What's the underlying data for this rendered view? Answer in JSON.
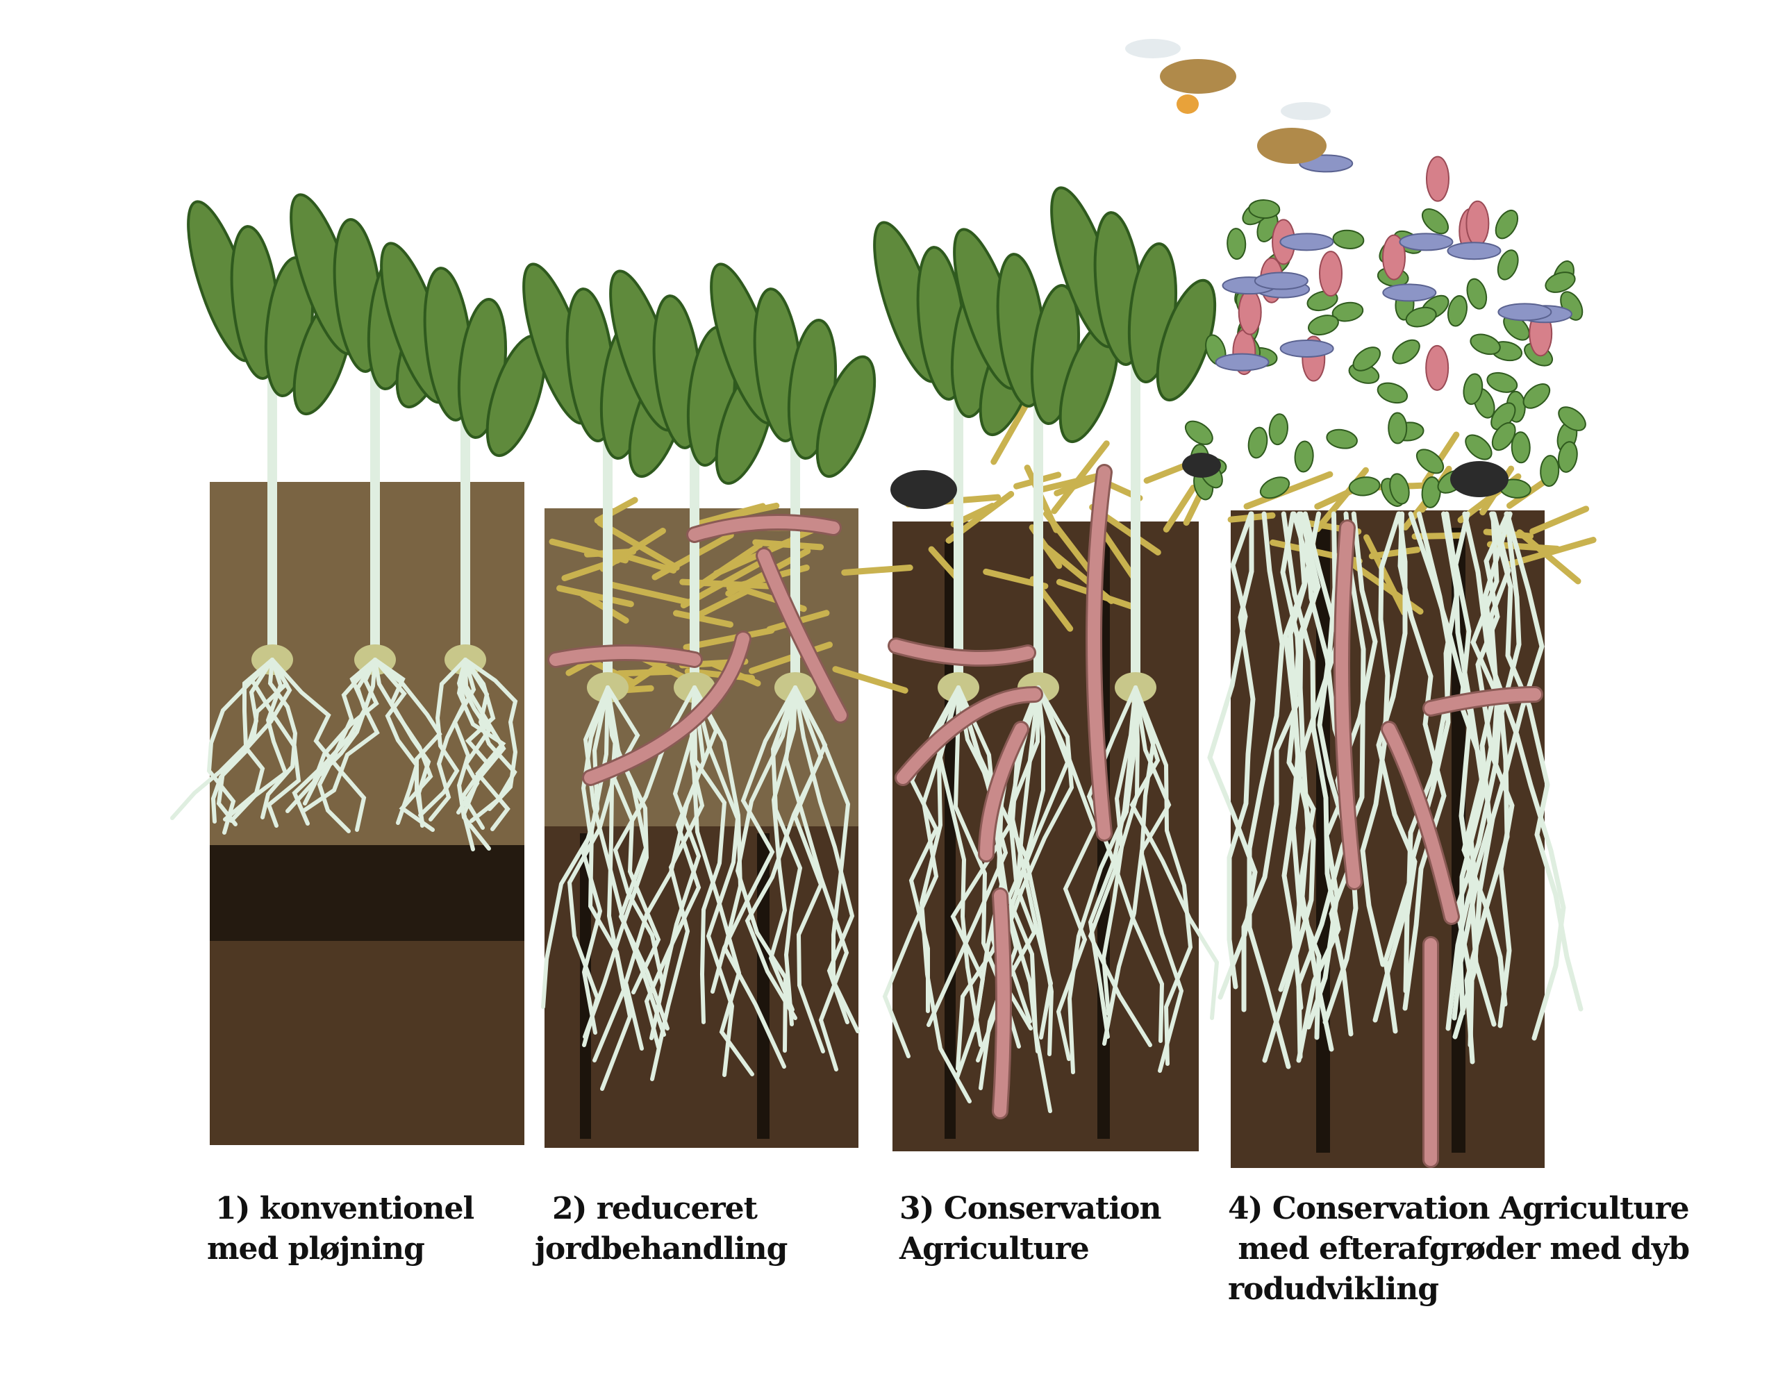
{
  "panels": [
    {
      "label_line1": "1) konventionel",
      "label_line2": "med pløjning"
    },
    {
      "label_line1": "2) reduceret",
      "label_line2": "jordbehandling"
    },
    {
      "label_line1": "3) Conservation",
      "label_line2": "Agriculture"
    },
    {
      "label_line1": "4) Conservation Agriculture",
      "label_line2": " med efterafgrøder med dyb",
      "label_line3": "rodudvikling"
    }
  ],
  "colors": {
    "soil_light": "#7a6443",
    "soil_dark": "#4a3422",
    "soil_band": "#241a10",
    "leaf": "#5f8a3c",
    "root": "#dfeee0",
    "worm": "#c98a8a",
    "straw": "#c9b24f"
  }
}
